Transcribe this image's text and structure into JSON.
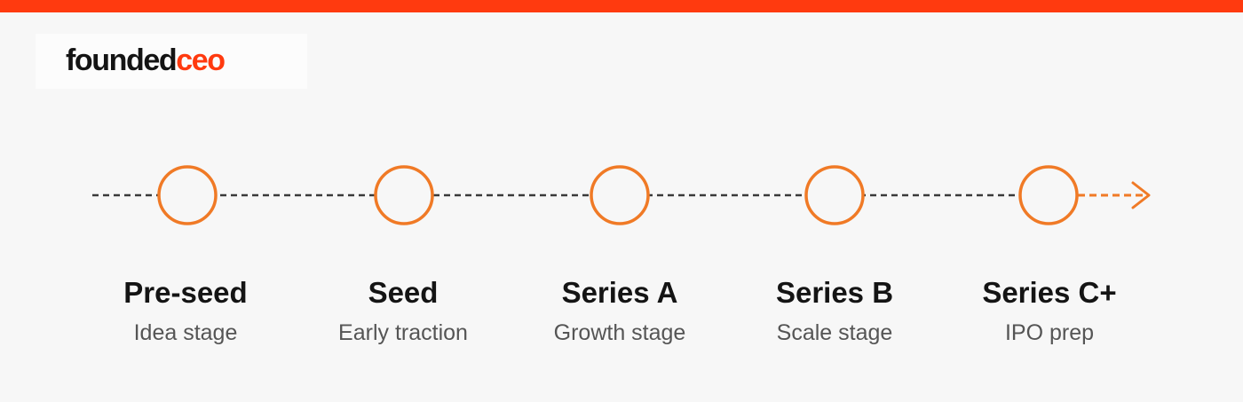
{
  "brand": {
    "logo_part_1": "founded",
    "logo_part_2": "ceo",
    "accent_color": "#ff3a0f",
    "milestone_color": "#f07a26"
  },
  "stages": [
    {
      "title": "Pre-seed",
      "subtitle": "Idea stage"
    },
    {
      "title": "Seed",
      "subtitle": "Early traction"
    },
    {
      "title": "Series A",
      "subtitle": "Growth stage"
    },
    {
      "title": "Series B",
      "subtitle": "Scale stage"
    },
    {
      "title": "Series C+",
      "subtitle": "IPO prep"
    }
  ]
}
